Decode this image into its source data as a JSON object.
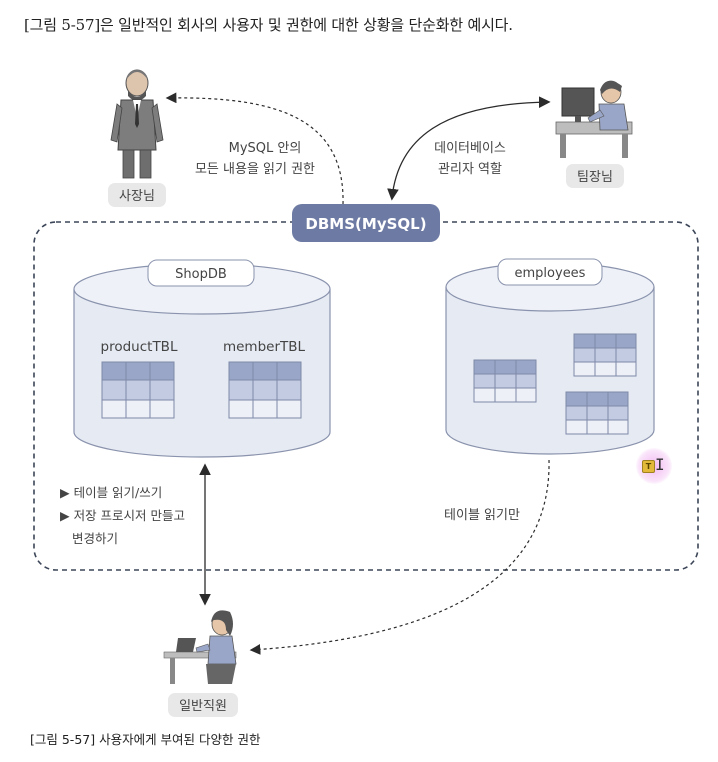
{
  "heading": "[그림 5-57]은 일반적인 회사의 사용자 및 권한에 대한 상황을 단순화한 예시다.",
  "caption": "[그림 5-57] 사용자에게 부여된 다양한 권한",
  "dbms_label": "DBMS(MySQL)",
  "actors": {
    "boss": "사장님",
    "team_lead": "팀장님",
    "employee": "일반직원"
  },
  "databases": {
    "shop": {
      "name": "ShopDB",
      "tables": [
        "productTBL",
        "memberTBL"
      ]
    },
    "employees": {
      "name": "employees"
    }
  },
  "permissions": {
    "boss": [
      "MySQL 안의",
      "모든 내용을 읽기 권한"
    ],
    "team_lead": [
      "데이터베이스",
      "관리자 역할"
    ],
    "employee_shop": [
      "▶ 테이블 읽기/쓰기",
      "▶ 저장 프로시저 만들고",
      "변경하기"
    ],
    "employee_emp": "테이블 읽기만"
  },
  "colors": {
    "dbms_box": "#6d7aa3",
    "cylinder_fill": "#e6eaf3",
    "cylinder_stroke": "#8a93ad",
    "table_dark": "#9aa6c8",
    "table_mid": "#c3cbe2",
    "table_light": "#eef0f7",
    "border_dashed": "#3c4658"
  },
  "icons": [
    "boss-figure-icon",
    "team-lead-figure-icon",
    "employee-figure-icon",
    "text-cursor-icon"
  ]
}
